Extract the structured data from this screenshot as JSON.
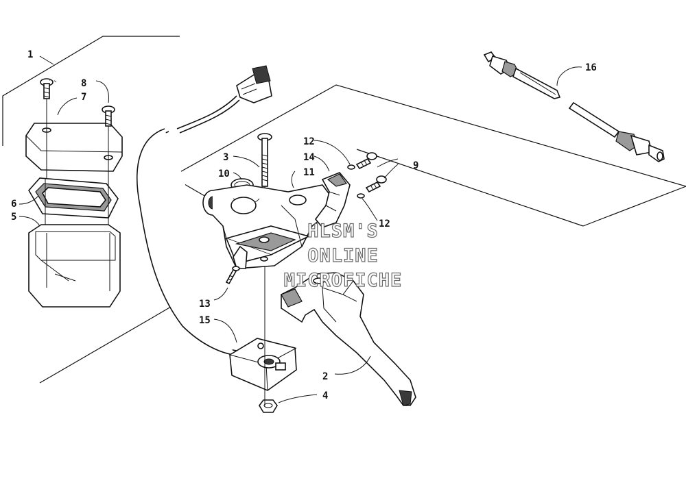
{
  "callouts": [
    "1",
    "2",
    "3",
    "4",
    "5",
    "6",
    "7",
    "8",
    "9",
    "10",
    "11",
    "12",
    "12",
    "13",
    "14",
    "15",
    "16"
  ],
  "watermark": {
    "line1": "HLSM'S",
    "line2": "ONLINE",
    "line3": "MICROFICHE"
  }
}
